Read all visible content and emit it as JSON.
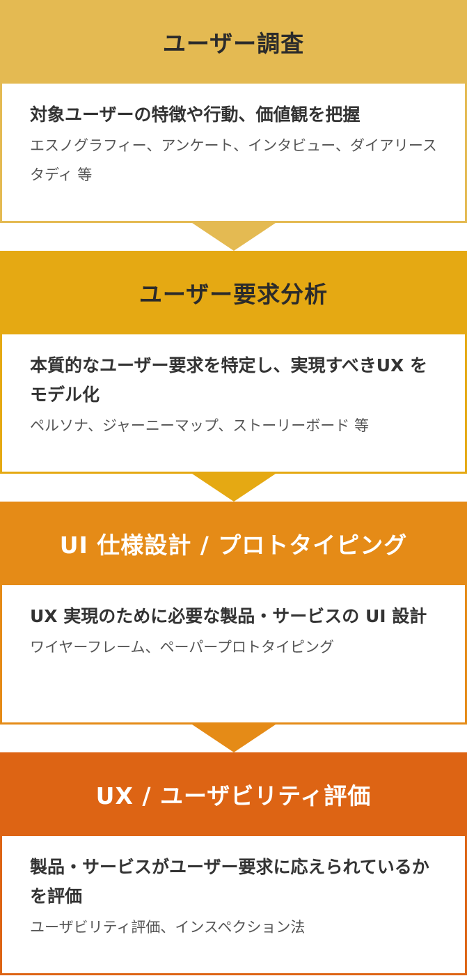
{
  "steps": [
    {
      "title": "ユーザー調査",
      "headline": "対象ユーザーの特徴や行動、価値観を把握",
      "methods": "エスノグラフィー、アンケート、インタビュー、ダイアリースタディ 等",
      "header_color": "#E4BA52",
      "header_text_color": "#2b2b2b",
      "border_color": "#E4BA52"
    },
    {
      "title": "ユーザー要求分析",
      "headline": "本質的なユーザー要求を特定し、実現すべきUX をモデル化",
      "methods": "ペルソナ、ジャーニーマップ、ストーリーボード 等",
      "header_color": "#E5A913",
      "header_text_color": "#2b2b2b",
      "border_color": "#E5A913"
    },
    {
      "title": "UI 仕様設計 / プロトタイピング",
      "headline": "UX 実現のために必要な製品・サービスの UI 設計",
      "methods": "ワイヤーフレーム、ペーパープロトタイピング",
      "header_color": "#E58B17",
      "header_text_color": "#ffffff",
      "border_color": "#E58B17"
    },
    {
      "title": "UX / ユーザビリティ評価",
      "headline": "製品・サービスがユーザー要求に応えられているかを評価",
      "methods": "ユーザビリティ評価、インスペクション法",
      "header_color": "#DD6414",
      "header_text_color": "#ffffff",
      "border_color": "#DD6414"
    }
  ]
}
